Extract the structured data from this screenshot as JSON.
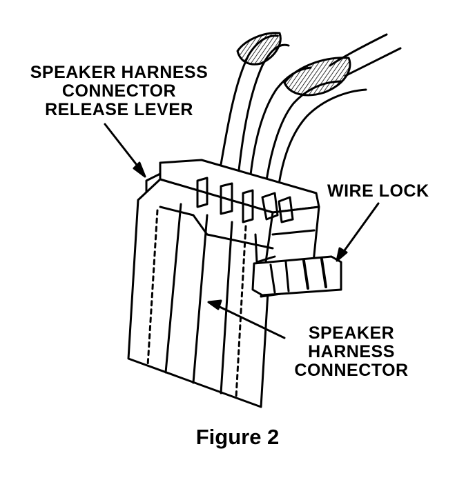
{
  "labels": {
    "release_lever": [
      "SPEAKER HARNESS",
      "CONNECTOR",
      "RELEASE LEVER"
    ],
    "wire_lock": "WIRE LOCK",
    "connector": [
      "SPEAKER",
      "HARNESS",
      "CONNECTOR"
    ]
  },
  "caption": "Figure 2",
  "colors": {
    "ink": "#000000",
    "paper": "#ffffff"
  }
}
